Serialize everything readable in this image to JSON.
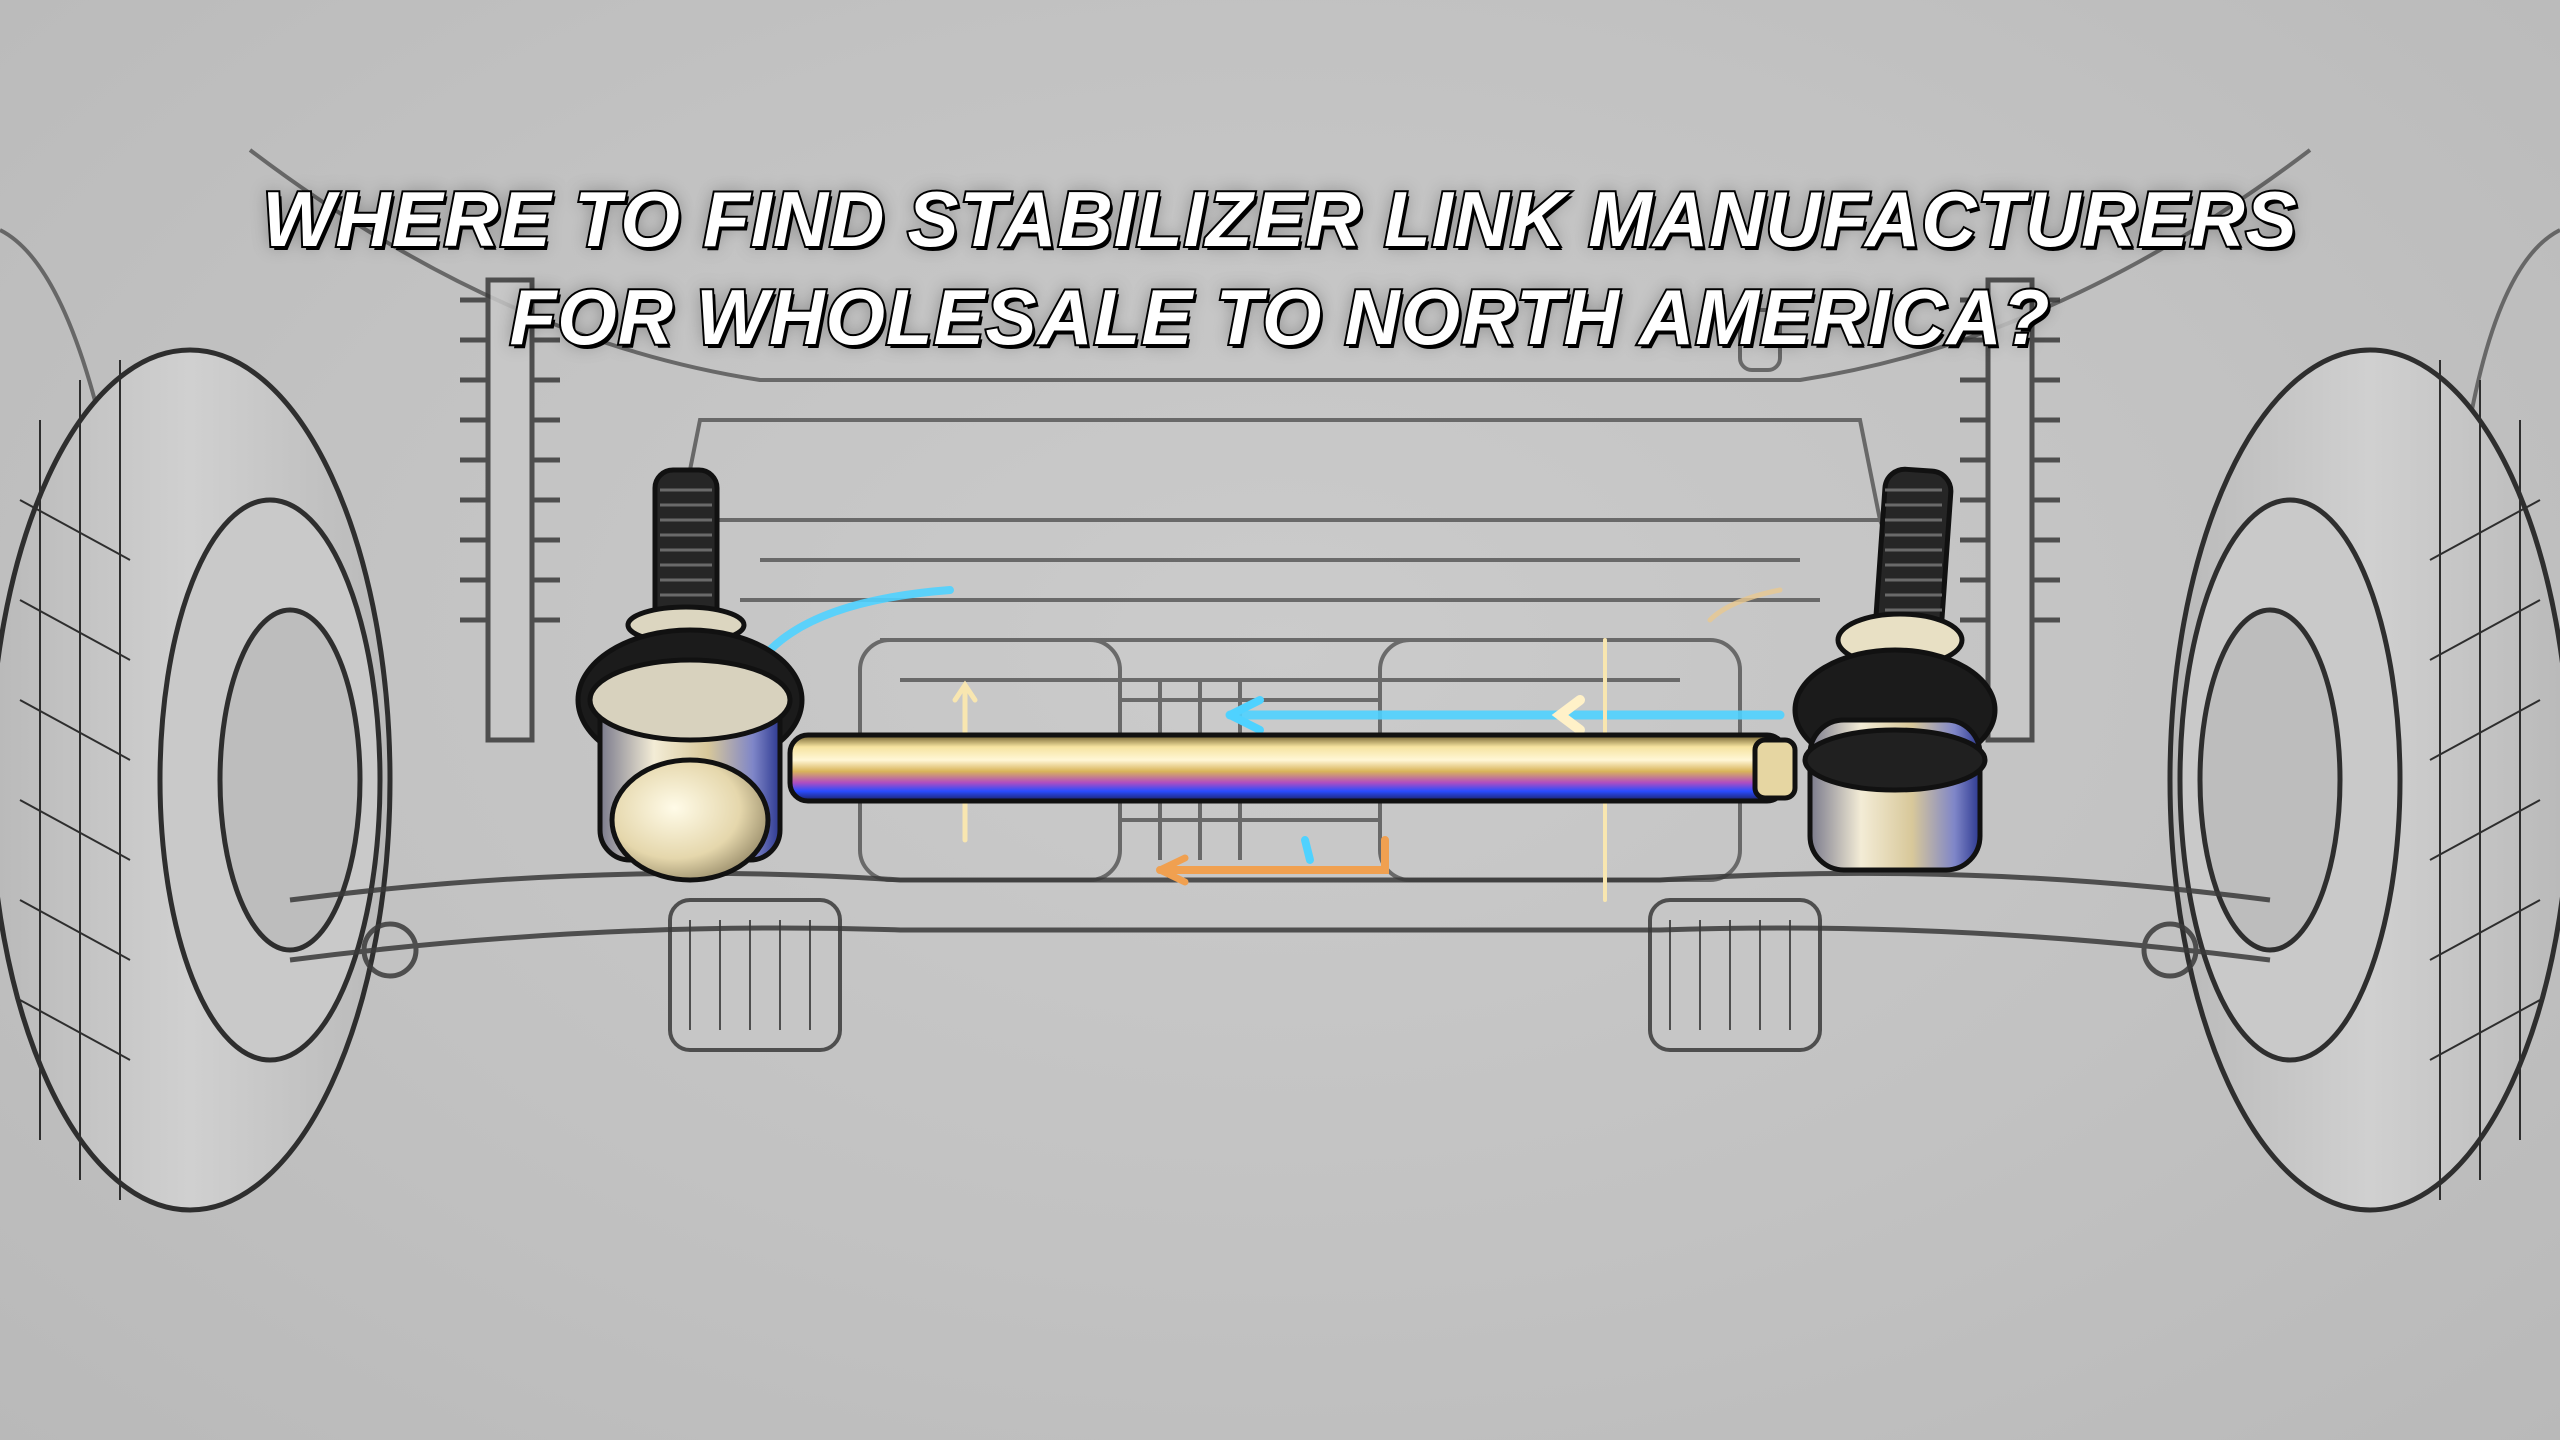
{
  "title": {
    "line1": "WHERE TO FIND STABILIZER LINK MANUFACTURERS",
    "line2": "FOR WHOLESALE TO NORTH AMERICA?"
  },
  "illustration": {
    "subject": "stabilizer-link-on-vehicle-suspension",
    "colors": {
      "background": "#c3c3c3",
      "line_art": "#3a3a3a",
      "title_fill": "#ffffff",
      "title_outline": "#000000",
      "rod_gold": "#e8c86a",
      "rod_blue": "#2a5cff",
      "arrow_cyan": "#4fd2ff",
      "arrow_orange": "#f0a050"
    }
  }
}
